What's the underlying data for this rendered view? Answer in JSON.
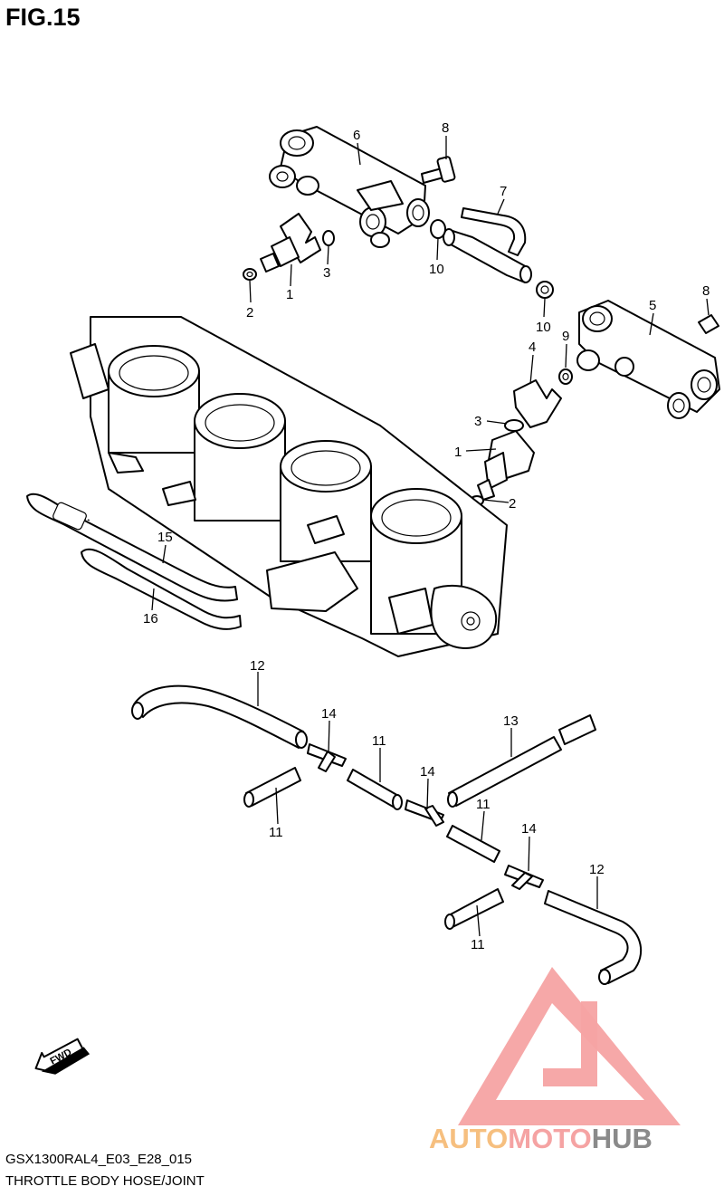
{
  "figure": {
    "title": "FIG.15"
  },
  "footer": {
    "model_code": "GSX1300RAL4_E03_E28_015",
    "section_name": "THROTTLE BODY HOSE/JOINT"
  },
  "fwd_badge": {
    "label": "FWD",
    "icon": "fwd-arrow-icon"
  },
  "watermark": {
    "part1": "AUTO",
    "part2": "MOTO",
    "part3": "HUB",
    "color_orange": "#f6bf7f",
    "color_pink": "#f5a3a3",
    "color_gray": "#8a8a8a"
  },
  "callouts": [
    {
      "id": "c6",
      "label": "6"
    },
    {
      "id": "c8a",
      "label": "8"
    },
    {
      "id": "c7",
      "label": "7"
    },
    {
      "id": "c3a",
      "label": "3"
    },
    {
      "id": "c10a",
      "label": "10"
    },
    {
      "id": "c1a",
      "label": "1"
    },
    {
      "id": "c2a",
      "label": "2"
    },
    {
      "id": "c10b",
      "label": "10"
    },
    {
      "id": "c5",
      "label": "5"
    },
    {
      "id": "c8b",
      "label": "8"
    },
    {
      "id": "c9",
      "label": "9"
    },
    {
      "id": "c4",
      "label": "4"
    },
    {
      "id": "c3b",
      "label": "3"
    },
    {
      "id": "c1b",
      "label": "1"
    },
    {
      "id": "c2b",
      "label": "2"
    },
    {
      "id": "c15",
      "label": "15"
    },
    {
      "id": "c16",
      "label": "16"
    },
    {
      "id": "c12a",
      "label": "12"
    },
    {
      "id": "c14a",
      "label": "14"
    },
    {
      "id": "c13",
      "label": "13"
    },
    {
      "id": "c11a",
      "label": "11"
    },
    {
      "id": "c14b",
      "label": "14"
    },
    {
      "id": "c11b",
      "label": "11"
    },
    {
      "id": "c11c",
      "label": "11"
    },
    {
      "id": "c14c",
      "label": "14"
    },
    {
      "id": "c12b",
      "label": "12"
    },
    {
      "id": "c11d",
      "label": "11"
    }
  ]
}
